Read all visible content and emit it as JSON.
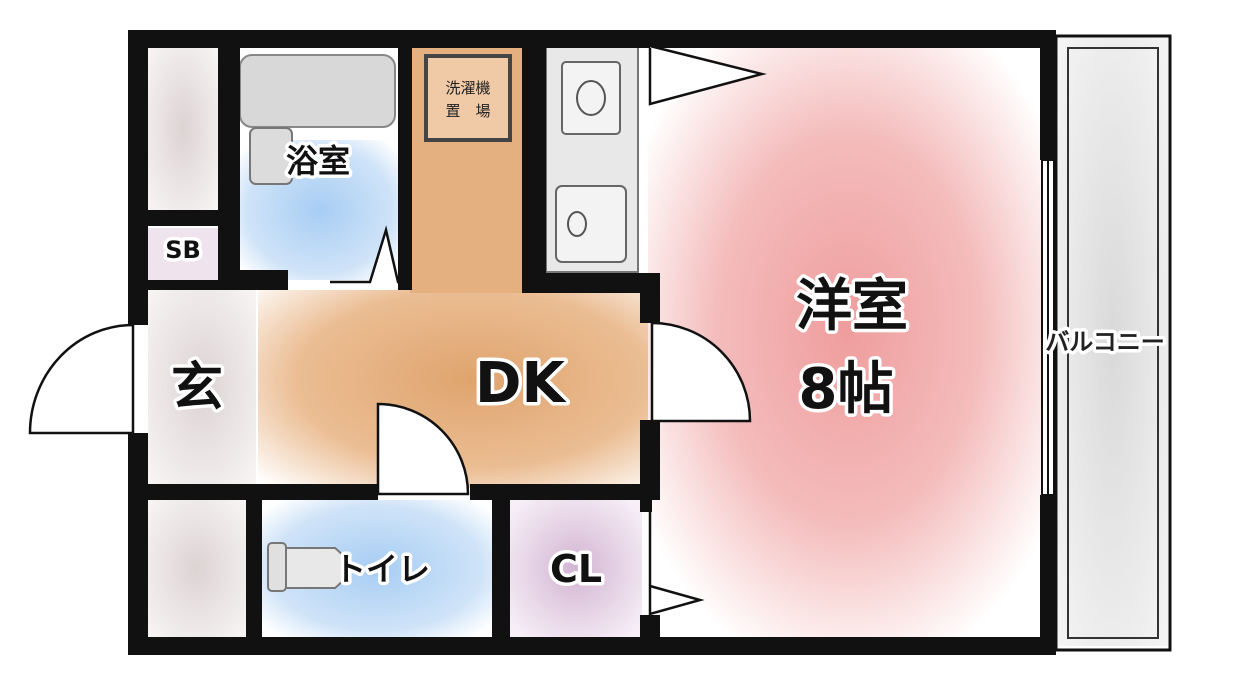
{
  "rooms": {
    "bath": "浴室",
    "washer_line1": "洗濯機",
    "washer_line2": "置　場",
    "shoebox": "SB",
    "entrance": "玄",
    "dk": "DK",
    "western_name": "洋室",
    "western_size": "8帖",
    "balcony": "バルコニー",
    "toilet": "トイレ",
    "closet": "CL"
  },
  "colors": {
    "wall": "#111111",
    "dk_floor": "#e8b283",
    "western_floor": "#f2b6b6",
    "bath_floor": "#b5d6f5",
    "toilet_floor": "#b5d6f5",
    "closet_floor": "#dcc4dc",
    "storage": "#eae3e3",
    "washer_box": "#f0c9a7"
  }
}
